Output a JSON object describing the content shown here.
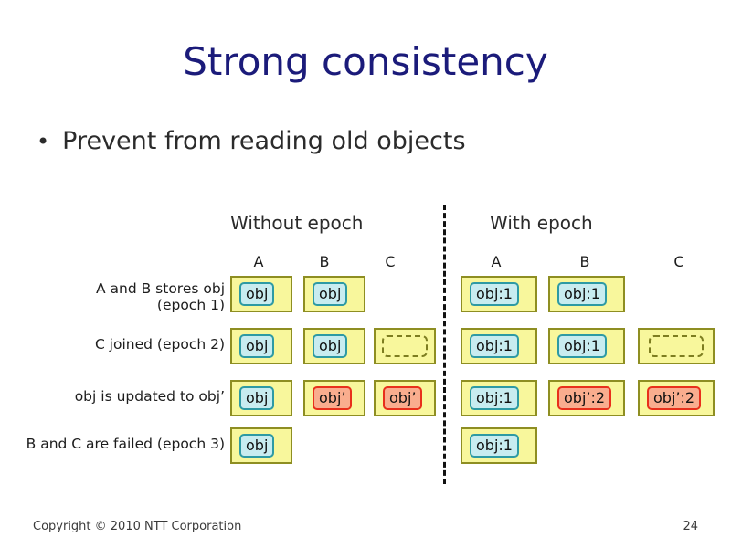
{
  "slide": {
    "title": "Strong consistency",
    "bullet_marker": "•",
    "bullet_text": "Prevent from reading old objects"
  },
  "diagram": {
    "sections": [
      {
        "key": "without",
        "heading": "Without epoch"
      },
      {
        "key": "with",
        "heading": "With epoch"
      }
    ],
    "columns_left": [
      "A",
      "B",
      "C"
    ],
    "columns_right": [
      "A",
      "B",
      "C"
    ],
    "row_labels": [
      "A and B stores obj\n(epoch 1)",
      "C joined (epoch 2)",
      "obj is updated to obj’",
      "B and C are failed (epoch 3)"
    ],
    "left_cells": [
      [
        "obj",
        "obj",
        null
      ],
      [
        "obj",
        "obj",
        "empty"
      ],
      [
        "obj",
        "obj’",
        "obj’"
      ],
      [
        "obj",
        null,
        null
      ]
    ],
    "right_cells": [
      [
        "obj:1",
        "obj:1",
        null
      ],
      [
        "obj:1",
        "obj:1",
        "empty"
      ],
      [
        "obj:1",
        "obj’:2",
        "obj’:2"
      ],
      [
        "obj:1",
        null,
        null
      ]
    ]
  },
  "colors": {
    "title": "#1b1b7a",
    "box_fill": "#f8f79c",
    "box_border": "#8e8e22",
    "pill_old_fill": "#c8ecf0",
    "pill_old_border": "#2e9aa4",
    "pill_new_fill": "#f9ad8e",
    "pill_new_border": "#e8301b",
    "divider": "#111111"
  },
  "footer": {
    "copyright": "Copyright © 2010 NTT Corporation",
    "page_number": "24"
  }
}
